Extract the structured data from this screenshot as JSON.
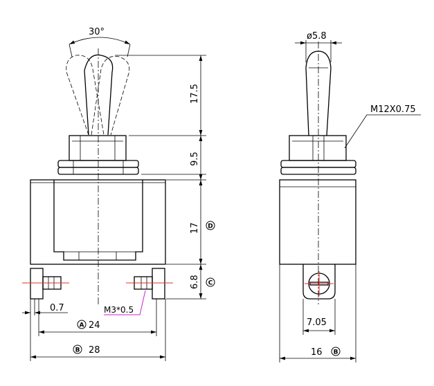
{
  "front_view": {
    "angle": "30°",
    "lever_height": "17.5",
    "bushing_height": "9.5",
    "body_height": "17",
    "body_callout": "D",
    "terminal_height": "6.8",
    "terminal_callout": "C",
    "terminal_offset": "0.7",
    "screw_label": "M3*0.5",
    "terminal_span": "24",
    "terminal_span_callout": "A",
    "overall_width": "28",
    "overall_width_callout": "B"
  },
  "side_view": {
    "lever_diameter": "ø5.8",
    "thread_label": "M12X0.75",
    "terminal_width": "7.05",
    "overall_width": "16",
    "overall_width_callout": "B"
  }
}
